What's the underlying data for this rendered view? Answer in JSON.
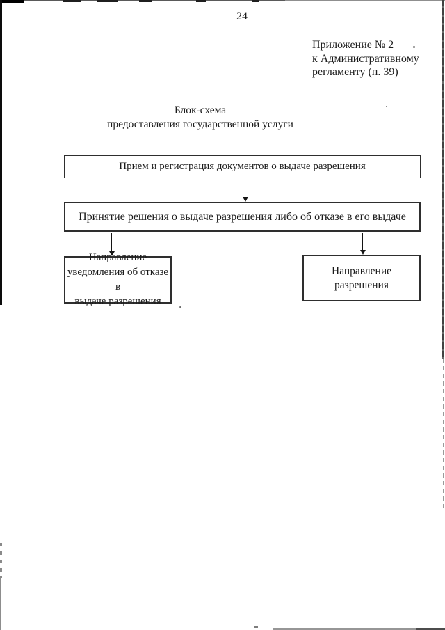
{
  "page": {
    "number": "24"
  },
  "appendix": {
    "lines": [
      "Приложение № 2",
      "к Административному",
      "регламенту (п. 39)"
    ]
  },
  "title": {
    "lines": [
      "Блок-схема",
      "предоставления государственной услуги"
    ]
  },
  "flowchart": {
    "box_reception": "Прием и регистрация документов о выдаче разрешения",
    "box_decision": "Принятие решения о выдаче разрешения либо об отказе в его выдаче",
    "box_refusal_lines": [
      "Направление",
      "уведомления об отказе в",
      "выдаче разрешения"
    ],
    "box_permit_lines": [
      "Направление",
      "разрешения"
    ]
  },
  "colors": {
    "ink": "#1b1b1b",
    "box_border": "#2e2e2e",
    "scan_edge_dark": "#0c0c0c",
    "scan_edge_light": "#969696"
  }
}
